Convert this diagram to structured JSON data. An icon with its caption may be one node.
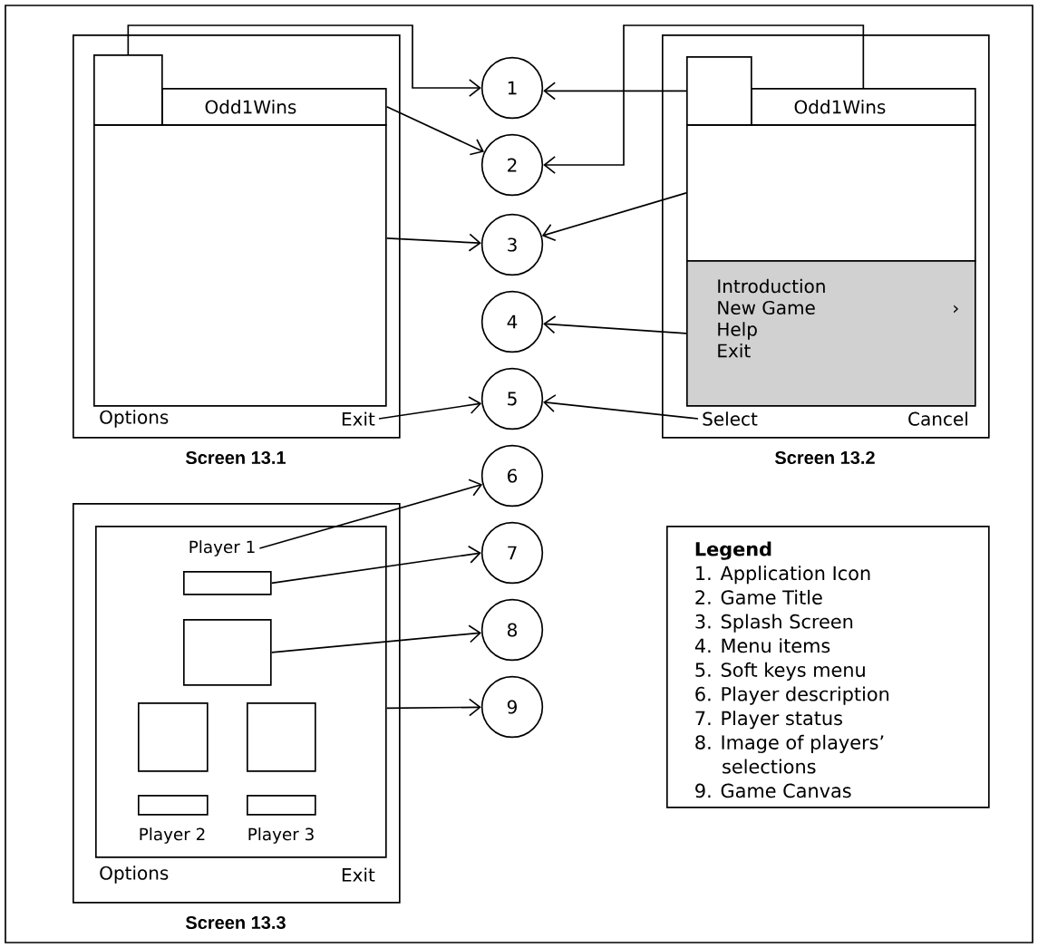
{
  "diagram": {
    "nodes": [
      {
        "text": [],
        "shape": "box",
        "beside": [
          "Screen 13.1"
        ]
      },
      {
        "text": [],
        "shape": "box",
        "in": 0
      },
      {
        "text": [
          "Odd1Wins"
        ],
        "in": 0
      },
      {
        "text": [],
        "shape": "box",
        "in": 0
      },
      {
        "text": [
          "Options"
        ],
        "in": 0
      },
      {
        "text": [
          "Exit"
        ],
        "in": 0
      },
      {
        "text": [
          "1"
        ]
      },
      {
        "text": [
          "2"
        ]
      },
      {
        "text": [
          "3"
        ]
      },
      {
        "text": [
          "4"
        ]
      },
      {
        "text": [
          "5"
        ]
      },
      {
        "text": [
          "6"
        ]
      },
      {
        "text": [
          "7"
        ]
      },
      {
        "text": [
          "8"
        ]
      },
      {
        "text": [
          "9"
        ]
      },
      {
        "text": [],
        "shape": "box",
        "beside": [
          "Screen 13.2"
        ]
      },
      {
        "text": [],
        "shape": "box",
        "in": 15
      },
      {
        "text": [
          "Odd1Wins"
        ],
        "in": 15
      },
      {
        "text": [],
        "shape": "box",
        "in": 15
      },
      {
        "text": [
          "Introduction",
          "New Game",
          "›",
          "Help",
          "Exit"
        ],
        "in": 15
      },
      {
        "text": [
          "Select"
        ],
        "in": 15
      },
      {
        "text": [
          "Cancel"
        ],
        "in": 15
      },
      {
        "text": [],
        "shape": "box",
        "beside": [
          "Screen 13.3"
        ]
      },
      {
        "text": [],
        "shape": "box",
        "in": 22
      },
      {
        "text": [
          "Player 1"
        ],
        "in": 23
      },
      {
        "text": [],
        "shape": "box",
        "in": 23
      },
      {
        "text": [],
        "shape": "box",
        "in": 23
      },
      {
        "text": [],
        "shape": "box",
        "in": 23
      },
      {
        "text": [],
        "shape": "box",
        "in": 23
      },
      {
        "text": [],
        "shape": "box",
        "in": 23
      },
      {
        "text": [],
        "shape": "box",
        "in": 23
      },
      {
        "text": [
          "Player 2"
        ],
        "in": 23
      },
      {
        "text": [
          "Player 3"
        ],
        "in": 23
      },
      {
        "text": [
          "Options"
        ],
        "in": 22
      },
      {
        "text": [
          "Exit"
        ],
        "in": 22
      },
      {
        "text": [
          "Legend",
          "1. Application Icon",
          "2. Game Title",
          "3. Splash Screen",
          "4. Menu items",
          "5. Soft keys menu",
          "6. Player description",
          "7. Player status",
          "8. Image of players’ selections",
          "9. Game Canvas"
        ]
      }
    ],
    "edges": [
      {
        "from": 1,
        "to": 6,
        "arrow": "to"
      },
      {
        "from": 16,
        "to": 6,
        "arrow": "to"
      },
      {
        "from": 2,
        "to": 7,
        "arrow": "to"
      },
      {
        "from": 17,
        "to": 7,
        "arrow": "to"
      },
      {
        "from": 3,
        "to": 8,
        "arrow": "to"
      },
      {
        "from": 18,
        "to": 8,
        "arrow": "to"
      },
      {
        "from": 19,
        "to": 9,
        "arrow": "to"
      },
      {
        "from": 5,
        "to": 10,
        "arrow": "to"
      },
      {
        "from": 20,
        "to": 10,
        "arrow": "to"
      },
      {
        "from": 24,
        "to": 11,
        "arrow": "to"
      },
      {
        "from": 25,
        "to": 12,
        "arrow": "to"
      },
      {
        "from": 26,
        "to": 13,
        "arrow": "to"
      },
      {
        "from": 23,
        "to": 14,
        "arrow": "to"
      }
    ]
  }
}
